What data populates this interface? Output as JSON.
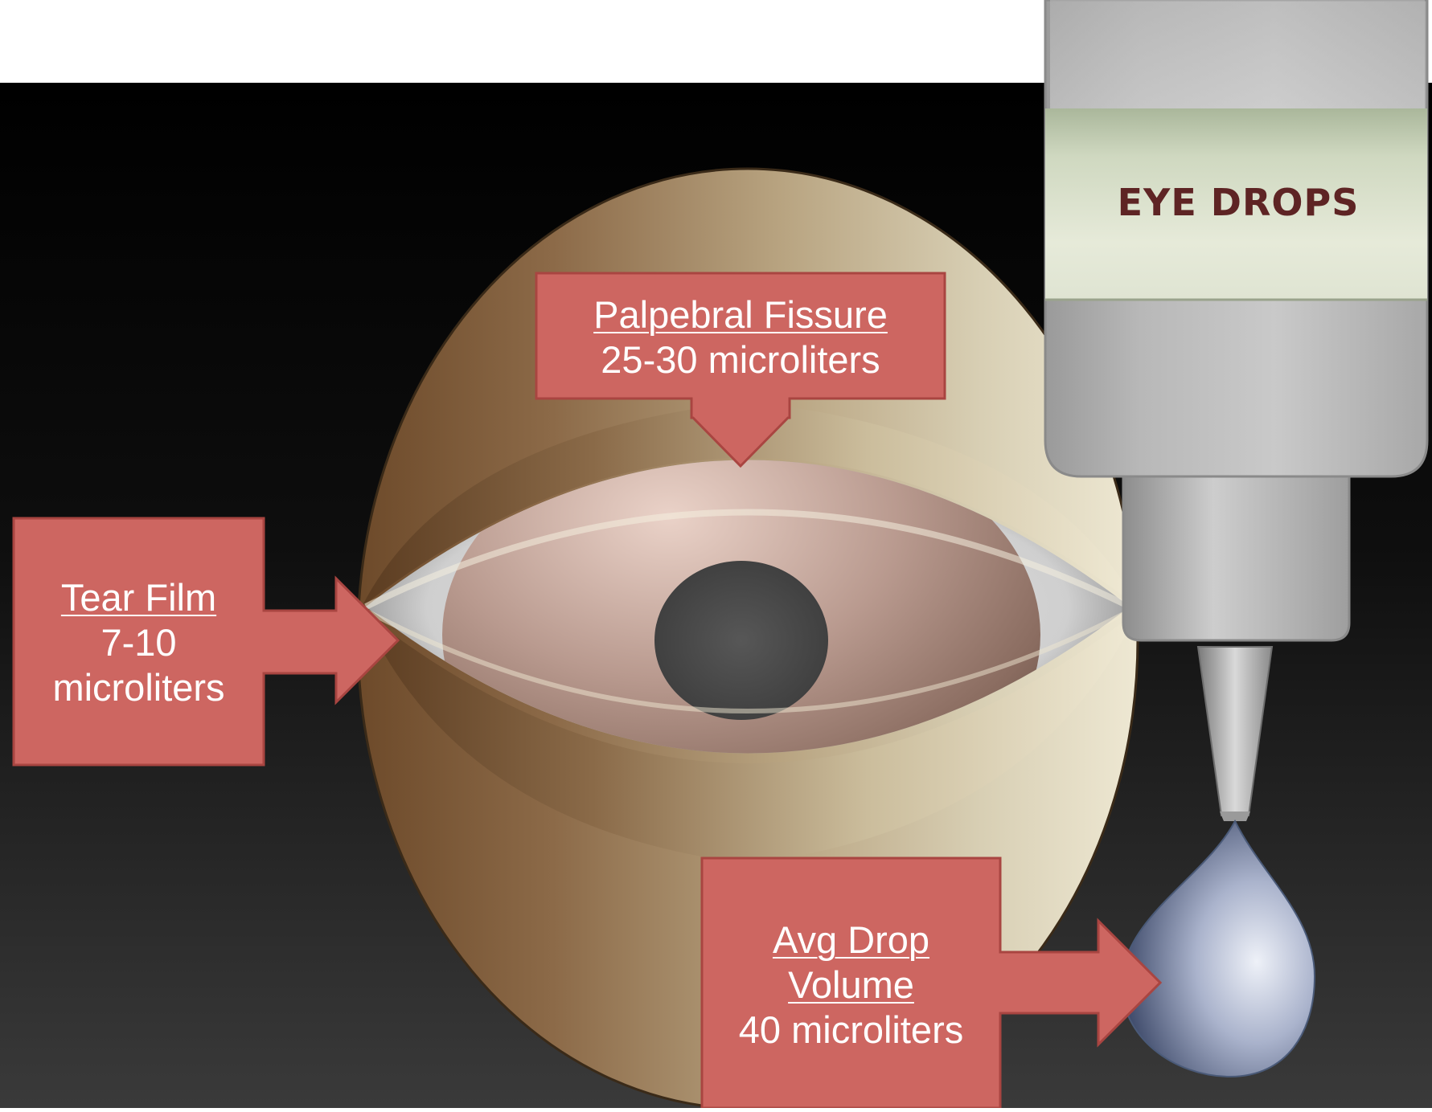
{
  "diagram": {
    "bottle_label": "EYE DROPS",
    "callouts": {
      "palpebral_fissure": {
        "title": "Palpebral Fissure",
        "value": "25-30 microliters"
      },
      "tear_film": {
        "title": "Tear Film",
        "value_line1": "7-10",
        "value_line2": "microliters"
      },
      "avg_drop_volume": {
        "title_line1": "Avg Drop",
        "title_line2": "Volume",
        "value": "40 microliters"
      }
    }
  },
  "colors": {
    "callout_fill": "#cd6661",
    "callout_stroke": "#a94541",
    "background_top": "#000000",
    "background_bottom": "#3a3a3a",
    "eyelid": "#c7b596",
    "iris": "#b7948a",
    "pupil": "#505050",
    "label_band": "#dde3cf",
    "label_text": "#5e2424"
  },
  "icons": [
    "eye-illustration",
    "eye-drop-bottle-icon",
    "droplet-icon",
    "arrow-icon"
  ]
}
